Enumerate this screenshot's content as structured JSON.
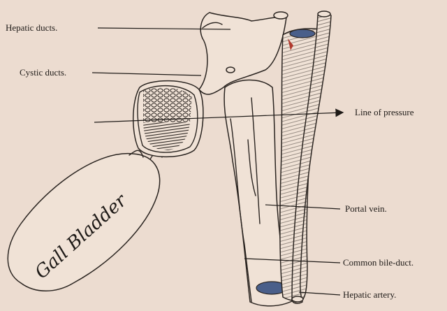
{
  "labels": {
    "hepatic_ducts": "Hepatic ducts.",
    "cystic_ducts": "Cystic ducts.",
    "line_of_pressure": "Line of pressure",
    "portal_vein": "Portal vein.",
    "common_bile_duct": "Common bile-duct.",
    "hepatic_artery": "Hepatic artery.",
    "gall_bladder": "Gall Bladder"
  },
  "colors": {
    "background": "#ecdcd0",
    "ink": "#2a2420",
    "highlight_red": "#b03a2e",
    "highlight_blue": "#4a5f8a"
  }
}
